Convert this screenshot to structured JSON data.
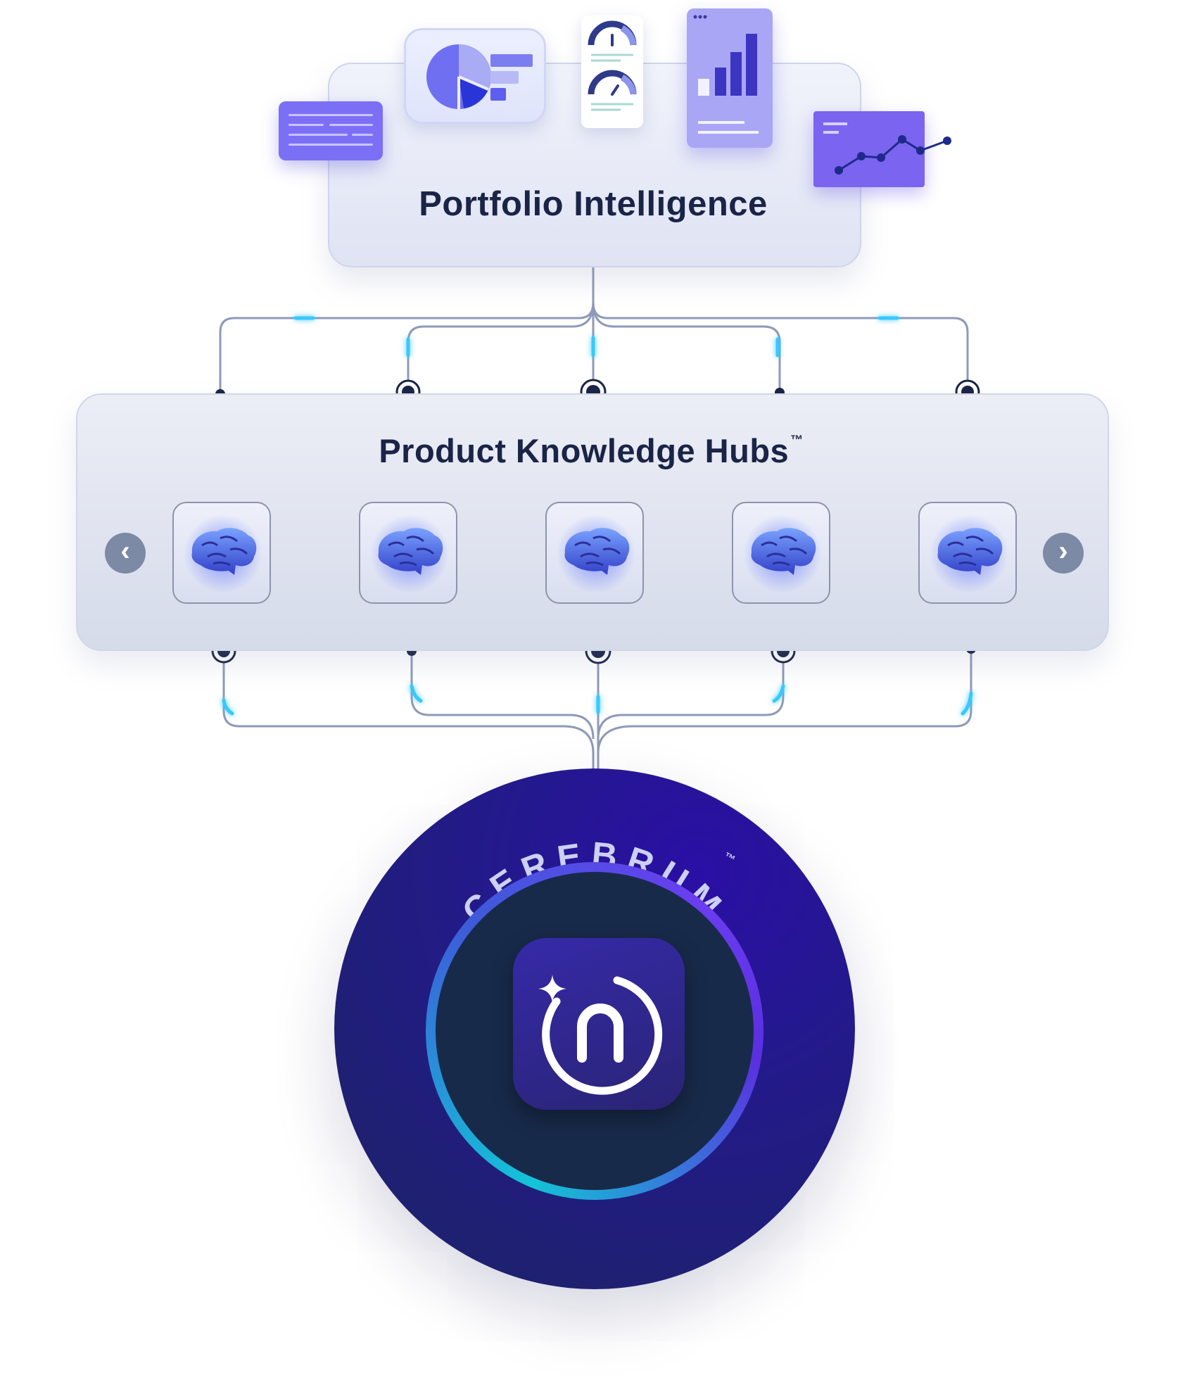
{
  "portfolio_intelligence": {
    "title": "Portfolio Intelligence"
  },
  "product_knowledge_hubs": {
    "title": "Product Knowledge Hubs",
    "trademark": "™",
    "hubs": [
      {
        "icon": "brain-icon"
      },
      {
        "icon": "brain-icon"
      },
      {
        "icon": "brain-icon"
      },
      {
        "icon": "brain-icon"
      },
      {
        "icon": "brain-icon"
      }
    ],
    "prev_icon": "chevron-left-icon",
    "next_icon": "chevron-right-icon"
  },
  "cerebrum": {
    "label": "CEREBRUM",
    "trademark": "™",
    "logo_icon": "n-sparkle-logo-icon"
  },
  "colors": {
    "navy_text": "#1a2447",
    "accent_purple": "#7b70f5",
    "glow_cyan": "#38c8ff",
    "circle_dark": "#1c2463",
    "ring_cyan": "#12c6d8",
    "ring_violet": "#6a3df0"
  }
}
